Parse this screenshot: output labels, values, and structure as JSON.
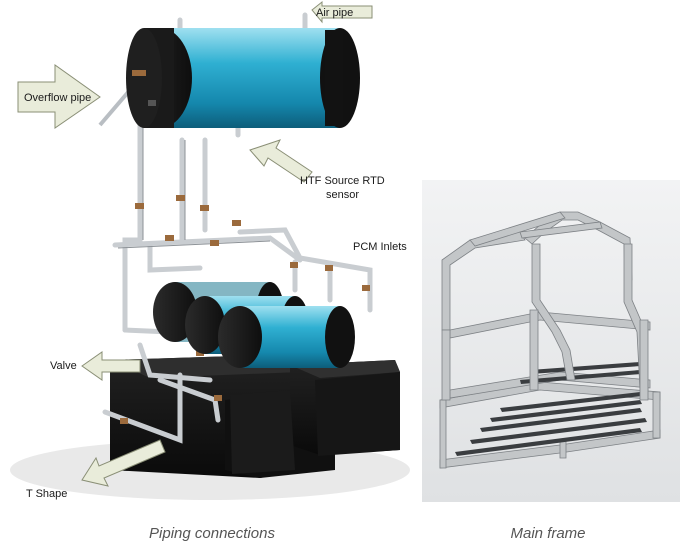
{
  "labels": {
    "air_pipe": "Air pipe",
    "overflow_pipe": "Overflow pipe",
    "htf_line1": "HTF Source RTD",
    "htf_line2": "sensor",
    "pcm_inlets": "PCM Inlets",
    "valve": "Valve",
    "t_shape": "T Shape"
  },
  "captions": {
    "left": "Piping connections",
    "right": "Main frame"
  },
  "colors": {
    "tank_blue": "#2aa6c9",
    "arrow_fill": "#e9ecda",
    "pipe_grey": "#c8cccf",
    "frame_grey": "#b9bcbe",
    "frame_bg": "#e6e7e8",
    "box_black": "#141414"
  }
}
